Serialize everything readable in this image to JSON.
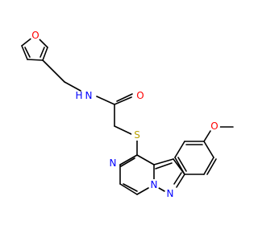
{
  "molecule": {
    "colors": {
      "carbon_bond": "#000000",
      "oxygen": "#ff0000",
      "nitrogen": "#0000ff",
      "sulfur": "#b8a000"
    },
    "atom_labels": {
      "furan_o": "O",
      "amide_nh": "N",
      "amide_h": "H",
      "carbonyl_o": "O",
      "thioether_s": "S",
      "pyrazine_n": "N",
      "bridge_n": "N",
      "pyrazole_n": "N",
      "methoxy_o": "O"
    }
  }
}
